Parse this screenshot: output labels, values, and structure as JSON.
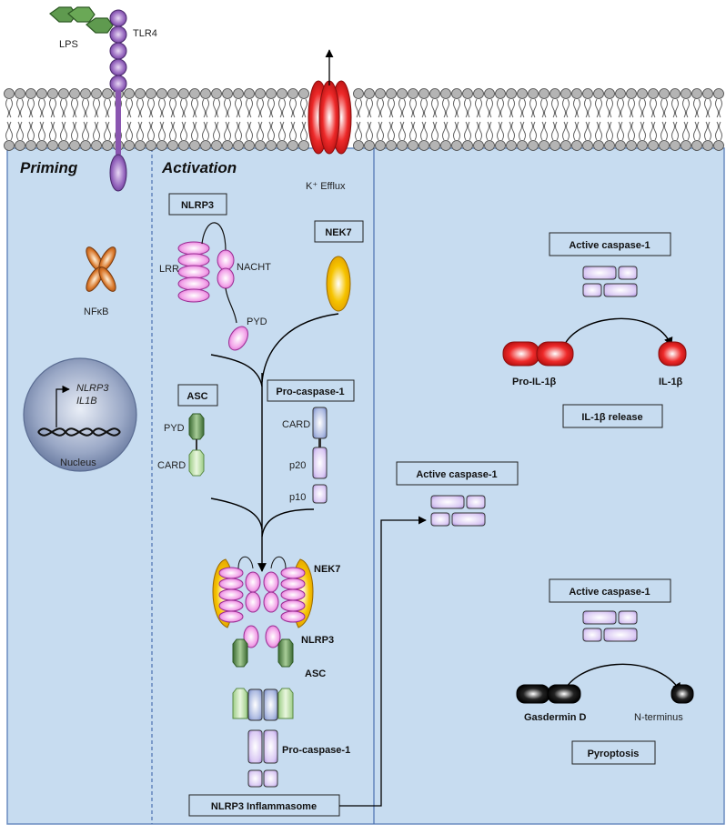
{
  "sections": {
    "priming": "Priming",
    "activation": "Activation"
  },
  "labels": {
    "lps": "LPS",
    "tlr4": "TLR4",
    "k_efflux": "K⁺ Efflux",
    "nfkb": "NFκB",
    "nucleus": "Nucleus",
    "gene1": "NLRP3",
    "gene2": "IL1B",
    "lrr": "LRR",
    "nacht": "NACHT",
    "pyd_nlrp3": "PYD",
    "pyd_asc": "PYD",
    "card_asc": "CARD",
    "card_casp": "CARD",
    "p20": "p20",
    "p10": "p10",
    "nek7_complex": "NEK7",
    "nlrp3_complex": "NLRP3",
    "asc_complex": "ASC",
    "procasp_complex": "Pro-caspase-1",
    "pro_il1b": "Pro-IL-1β",
    "il1b": "IL-1β",
    "gasdermin": "Gasdermin D",
    "nterminus": "N-terminus"
  },
  "boxes": {
    "nlrp3": "NLRP3",
    "nek7": "NEK7",
    "asc": "ASC",
    "pro_caspase": "Pro-caspase-1",
    "inflammasome": "NLRP3 Inflammasome",
    "active_caspase_mid": "Active caspase-1",
    "active_caspase_top": "Active caspase-1",
    "il1b_release": "IL-1β release",
    "active_caspase_bottom": "Active caspase-1",
    "pyroptosis": "Pyroptosis"
  },
  "colors": {
    "cytoplasm": "#c7dcf0",
    "membrane_head": "#b4b4b4",
    "tlr4": "#8a55b0",
    "lps": "#5f9a4f",
    "channel": "#e02626",
    "nfkb": "#d9772a",
    "nlrp3": "#f3a6ea",
    "nek7": "#f2b800",
    "asc_pyd": "#4f7d44",
    "asc_card": "#b8dca0",
    "caspase": "#d8c8f0",
    "gasdermin": "#111111"
  }
}
